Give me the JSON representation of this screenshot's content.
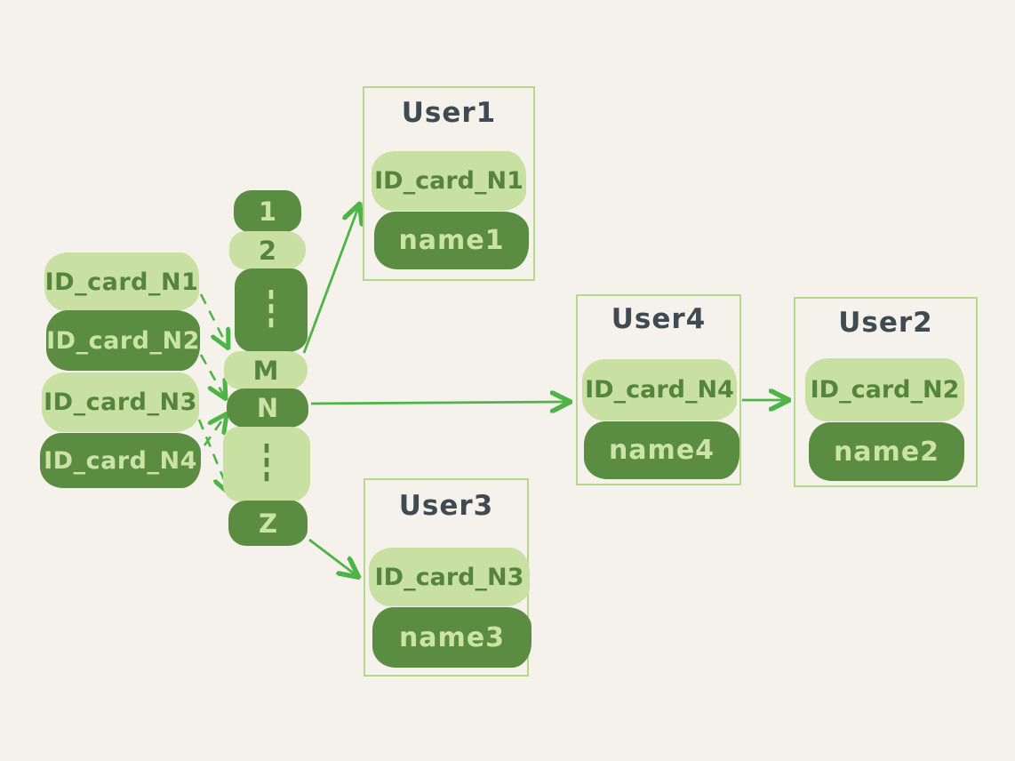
{
  "id_cards": [
    {
      "label": "ID_card_N1",
      "variant": "light"
    },
    {
      "label": "ID_card_N2",
      "variant": "dark"
    },
    {
      "label": "ID_card_N3",
      "variant": "light"
    },
    {
      "label": "ID_card_N4",
      "variant": "dark"
    }
  ],
  "hash_buckets": [
    {
      "label": "1",
      "variant": "dark"
    },
    {
      "label": "2",
      "variant": "light"
    },
    {
      "label": "⋮",
      "variant": "dark"
    },
    {
      "label": "M",
      "variant": "light"
    },
    {
      "label": "N",
      "variant": "dark"
    },
    {
      "label": "⋮",
      "variant": "light"
    },
    {
      "label": "Z",
      "variant": "dark"
    }
  ],
  "users": [
    {
      "title": "User1",
      "id_card": "ID_card_N1",
      "name": "name1"
    },
    {
      "title": "User4",
      "id_card": "ID_card_N4",
      "name": "name4"
    },
    {
      "title": "User2",
      "id_card": "ID_card_N2",
      "name": "name2"
    },
    {
      "title": "User3",
      "id_card": "ID_card_N3",
      "name": "name3"
    }
  ],
  "edges": {
    "dashed": [
      {
        "from": "ID_card_N1",
        "to": "bucket-M"
      },
      {
        "from": "ID_card_N2",
        "to": "bucket-N"
      },
      {
        "from": "ID_card_N4",
        "to": "bucket-N"
      },
      {
        "from": "ID_card_N3",
        "to": "bucket-Z"
      }
    ],
    "solid": [
      {
        "from": "bucket-M",
        "to": "User1"
      },
      {
        "from": "bucket-N",
        "to": "User4"
      },
      {
        "from": "User4",
        "to": "User2"
      },
      {
        "from": "bucket-Z",
        "to": "User3"
      }
    ]
  },
  "colors": {
    "background": "#f4f2ea",
    "chip_light": "#c8e0a2",
    "chip_dark": "#5a8c41",
    "text_on_light": "#55843c",
    "text_on_dark": "#cbe3a6",
    "user_title": "#3f4a52",
    "box_border": "#b5d98b",
    "arrow": "#4eb448"
  }
}
